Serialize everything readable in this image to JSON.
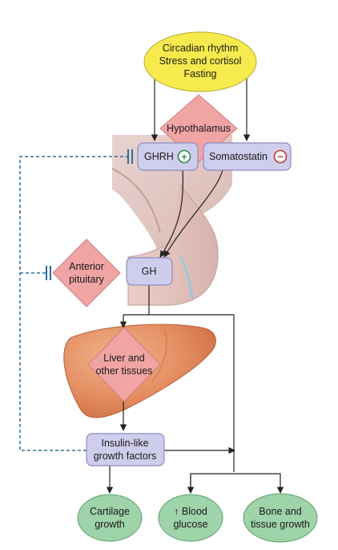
{
  "inputs": {
    "line1": "Circadian rhythm",
    "line2": "Stress and cortisol",
    "line3": "Fasting"
  },
  "hypothalamus": {
    "label": "Hypothalamus"
  },
  "ghrh": {
    "label": "GHRH",
    "sign": "+"
  },
  "somatostatin": {
    "label": "Somatostatin",
    "sign": "−"
  },
  "anterior_pituitary": {
    "line1": "Anterior",
    "line2": "pituitary"
  },
  "gh": {
    "label": "GH"
  },
  "liver": {
    "line1": "Liver and",
    "line2": "other tissues"
  },
  "igf": {
    "line1": "Insulin-like",
    "line2": "growth factors"
  },
  "outcomes": {
    "cartilage": {
      "line1": "Cartilage",
      "line2": "growth"
    },
    "glucose": {
      "arrow": "↑",
      "line1": "Blood",
      "line2": "glucose"
    },
    "bone": {
      "line1": "Bone and",
      "line2": "tissue growth"
    }
  },
  "colors": {
    "yellow_fill": "#f7ea4d",
    "pink_fill": "#f0a4a4",
    "lavender_fill": "#cfcdec",
    "green_fill": "#9fd3a9",
    "feedback_blue": "#2a6f9e",
    "liver": "#e5946a"
  }
}
